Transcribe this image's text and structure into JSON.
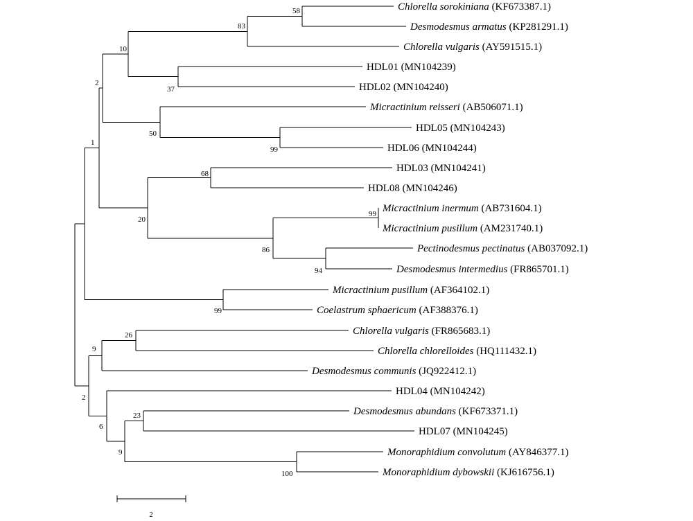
{
  "leaves": [
    {
      "id": "chl_sor",
      "name": "Chlorella sorokiniana",
      "accession": "(KF673387.1)",
      "italic": true
    },
    {
      "id": "des_arm",
      "name": "Desmodesmus armatus",
      "accession": "(KP281291.1)",
      "italic": true
    },
    {
      "id": "chl_vul1",
      "name": "Chlorella vulgaris",
      "accession": "(AY591515.1)",
      "italic": true
    },
    {
      "id": "hdl01",
      "name": "HDL01",
      "accession": "(MN104239)",
      "italic": false
    },
    {
      "id": "hdl02",
      "name": "HDL02",
      "accession": "(MN104240)",
      "italic": false
    },
    {
      "id": "mic_rei",
      "name": "Micractinium reisseri",
      "accession": "(AB506071.1)",
      "italic": true
    },
    {
      "id": "hdl05",
      "name": "HDL05",
      "accession": "(MN104243)",
      "italic": false
    },
    {
      "id": "hdl06",
      "name": "HDL06",
      "accession": "(MN104244)",
      "italic": false
    },
    {
      "id": "hdl03",
      "name": "HDL03",
      "accession": "(MN104241)",
      "italic": false
    },
    {
      "id": "hdl08",
      "name": "HDL08",
      "accession": "(MN104246)",
      "italic": false
    },
    {
      "id": "mic_ine",
      "name": "Micractinium inermum",
      "accession": "(AB731604.1)",
      "italic": true
    },
    {
      "id": "mic_pus1",
      "name": "Micractinium pusillum",
      "accession": "(AM231740.1)",
      "italic": true
    },
    {
      "id": "pec_pec",
      "name": "Pectinodesmus pectinatus",
      "accession": "(AB037092.1)",
      "italic": true
    },
    {
      "id": "des_int",
      "name": "Desmodesmus intermedius",
      "accession": "(FR865701.1)",
      "italic": true
    },
    {
      "id": "mic_pus2",
      "name": "Micractinium pusillum",
      "accession": "(AF364102.1)",
      "italic": true
    },
    {
      "id": "coe_sph",
      "name": "Coelastrum sphaericum",
      "accession": "(AF388376.1)",
      "italic": true
    },
    {
      "id": "chl_vul2",
      "name": "Chlorella vulgaris",
      "accession": "(FR865683.1)",
      "italic": true
    },
    {
      "id": "chl_chl",
      "name": "Chlorella chlorelloides",
      "accession": "(HQ111432.1)",
      "italic": true
    },
    {
      "id": "des_com",
      "name": "Desmodesmus communis",
      "accession": "(JQ922412.1)",
      "italic": true
    },
    {
      "id": "hdl04",
      "name": "HDL04",
      "accession": "(MN104242)",
      "italic": false
    },
    {
      "id": "des_abu",
      "name": "Desmodesmus abundans",
      "accession": "(KF673371.1)",
      "italic": true
    },
    {
      "id": "hdl07",
      "name": "HDL07",
      "accession": "(MN104245)",
      "italic": false
    },
    {
      "id": "mon_con",
      "name": "Monoraphidium convolutum",
      "accession": "(AY846377.1)",
      "italic": true
    },
    {
      "id": "mon_dyb",
      "name": "Monoraphidium dybowskii",
      "accession": "(KJ616756.1)",
      "italic": true
    }
  ],
  "bootstrap": {
    "n58": "58",
    "n83": "83",
    "n10": "10",
    "n37": "37",
    "n2a": "2",
    "n50": "50",
    "n99a": "99",
    "n1": "1",
    "n68": "68",
    "n20": "20",
    "n99b": "99",
    "n86": "86",
    "n94": "94",
    "n99c": "99",
    "n26": "26",
    "n9a": "9",
    "n2b": "2",
    "n6": "6",
    "n23": "23",
    "n9b": "9",
    "n100": "100"
  },
  "scale": {
    "label": "2"
  }
}
